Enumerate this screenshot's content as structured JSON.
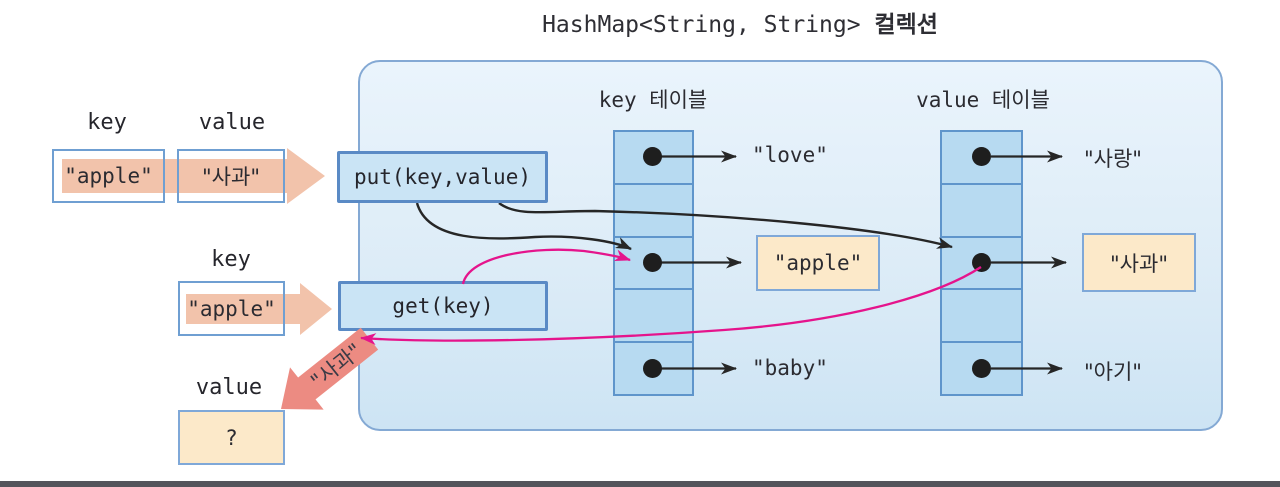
{
  "title": {
    "code": "HashMap<String, String>",
    "suffix": " 컬렉션"
  },
  "methods": {
    "put": "put(key,value)",
    "get": "get(key)"
  },
  "io": {
    "put_key_label": "key",
    "put_value_label": "value",
    "put_key": "\"apple\"",
    "put_value": "\"사과\"",
    "get_key_label": "key",
    "get_key": "\"apple\"",
    "result_label": "value",
    "result": "?",
    "return_value": "\"사과\""
  },
  "key_table": {
    "label": "key 테이블",
    "slot1": "\"love\"",
    "slot3": "\"apple\"",
    "slot5": "\"baby\""
  },
  "value_table": {
    "label": "value 테이블",
    "slot1": "\"사랑\"",
    "slot3": "\"사과\"",
    "slot5": "\"아기\""
  },
  "colors": {
    "container_border": "#84a9d4",
    "cell_fill": "#b7daf1",
    "method_box_fill": "#cae4f5",
    "peach_box_fill": "#fce9c9",
    "band_peach": "#f2c3ab",
    "return_arrow_red": "#ec8b82",
    "pointer_black": "#262626",
    "get_path_pink": "#e5148c"
  }
}
